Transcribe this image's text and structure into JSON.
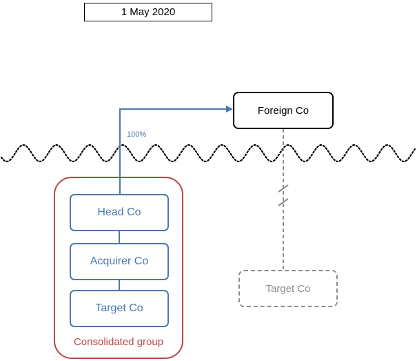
{
  "date_label": "1 May 2020",
  "foreign_co": "Foreign Co",
  "ownership_pct": "100%",
  "group": {
    "entities": [
      "Head Co",
      "Acquirer Co",
      "Target Co"
    ],
    "label": "Consolidated group"
  },
  "target_dashed": "Target Co",
  "colors": {
    "blue": "#4a78ad",
    "red": "#b54848",
    "grey": "#8c8c8c",
    "black": "#000000"
  }
}
